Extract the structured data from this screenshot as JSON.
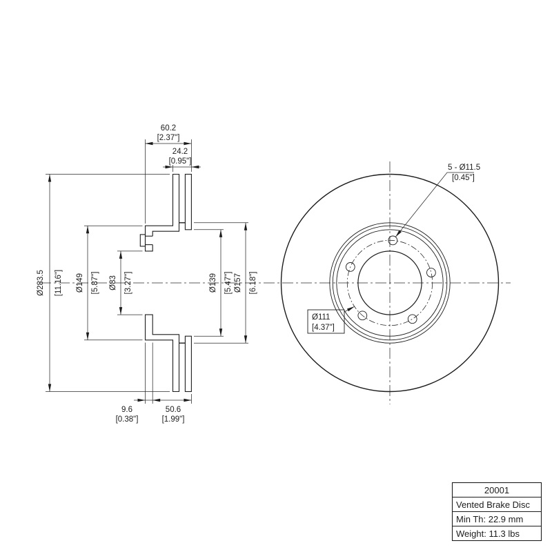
{
  "section_dims": {
    "total_width_mm": "60.2",
    "total_width_in": "[2.37\"]",
    "rotor_thickness_mm": "24.2",
    "rotor_thickness_in": "[0.95\"]",
    "outer_diameter_mm": "Ø283.5",
    "outer_diameter_in": "[11.16\"]",
    "hat_diameter_mm": "Ø149",
    "hat_diameter_in": "[5.87\"]",
    "bore_diameter_mm": "Ø83",
    "bore_diameter_in": "[3.27\"]",
    "inner_diameter1_mm": "Ø139",
    "inner_diameter1_in": "[5.47\"]",
    "inner_diameter2_mm": "Ø157",
    "inner_diameter2_in": "[6.18\"]",
    "flange_thickness_mm": "9.6",
    "flange_thickness_in": "[0.38\"]",
    "hat_depth_mm": "50.6",
    "hat_depth_in": "[1.99\"]"
  },
  "front_dims": {
    "bolt_holes_mm": "5 - Ø11.5",
    "bolt_holes_in": "[0.45\"]",
    "bolt_circle_mm": "Ø111",
    "bolt_circle_in": "[4.37\"]"
  },
  "title_block": {
    "part_number": "20001",
    "product_name": "Vented Brake Disc",
    "min_thickness": "Min Th: 22.9 mm",
    "weight": "Weight: 11.3 lbs"
  }
}
